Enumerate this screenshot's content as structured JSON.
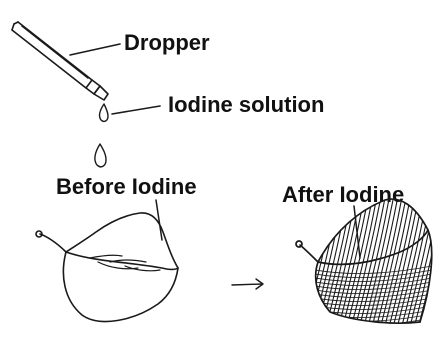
{
  "labels": {
    "dropper": "Dropper",
    "iodine_solution": "Iodine solution",
    "before": "Before Iodine",
    "after": "After Iodine"
  },
  "icons": {
    "dropper": "dropper-icon",
    "drop": "drop-icon",
    "arrow": "arrow-right-icon",
    "leaf_before": "leaf-icon",
    "leaf_after": "stained-leaf-icon"
  },
  "colors": {
    "ink": "#1a1a1a",
    "text": "#111111",
    "background": "#ffffff"
  }
}
